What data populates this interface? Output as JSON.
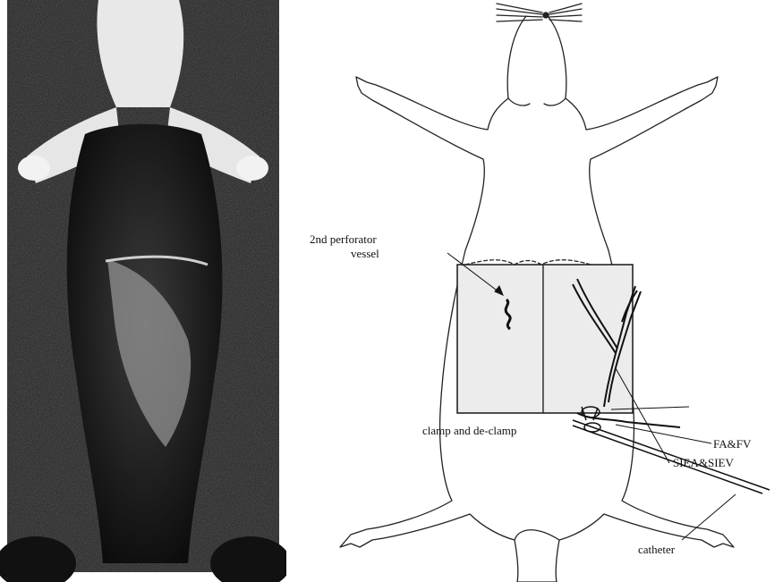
{
  "figure": {
    "labels": {
      "perforator_line1": "2nd perforator",
      "perforator_line2": "vessel",
      "siea": "SIEA&SIEV",
      "fa": "FA&FV",
      "clamp": "clamp and de-clamp",
      "catheter": "catheter"
    }
  }
}
